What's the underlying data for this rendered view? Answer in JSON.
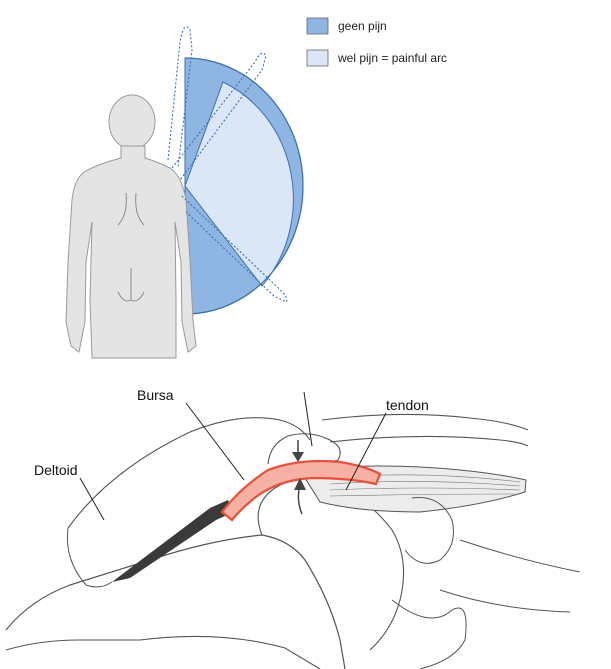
{
  "legend": {
    "items": [
      {
        "label": "geen pijn",
        "color": "#8fb6e3"
      },
      {
        "label": "wel pijn = painful arc",
        "color": "#dbe7f6"
      }
    ]
  },
  "anatomy": {
    "labels": {
      "bursa": "Bursa",
      "tendon": "tendon",
      "deltoid": "Deltoid"
    }
  },
  "colors": {
    "no_pain": "#8fb6e3",
    "painful_arc": "#dbe7f6",
    "arc_outline": "#3d6fb0",
    "bursa": "#e8503a",
    "body_fill": "#e4e4e4"
  }
}
